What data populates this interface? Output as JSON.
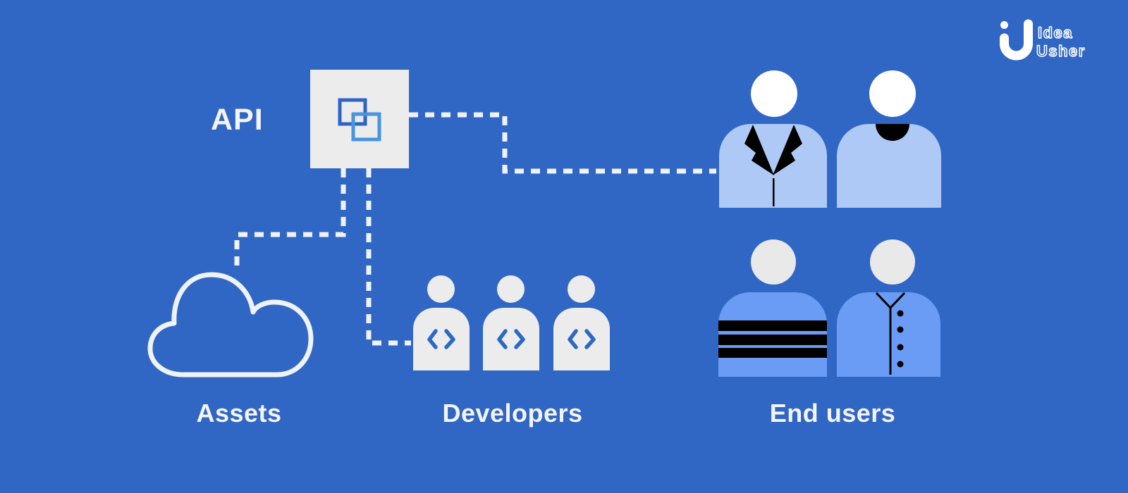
{
  "logo": {
    "line1": "Idea",
    "line2": "Usher"
  },
  "api": {
    "label": "API",
    "icon": "overlapping-squares"
  },
  "sections": {
    "assets": {
      "label": "Assets",
      "icon": "cloud-outline"
    },
    "developers": {
      "label": "Developers",
      "icon": "code-chevrons",
      "figure_count": 3
    },
    "end_users": {
      "label": "End users",
      "figure_count": 4
    }
  },
  "connectors": [
    {
      "name": "api-to-end-users",
      "style": "dashed"
    },
    {
      "name": "api-to-assets",
      "style": "dashed"
    },
    {
      "name": "api-to-developers",
      "style": "dashed"
    }
  ],
  "colors": {
    "bg": "#3067C5",
    "panel": "#ECECEC",
    "sq_dark": "#2E65C4",
    "sq_light": "#4795DF",
    "line": "#EFF2F6",
    "label": "#F4F4F4",
    "dev_icon": "#2E68C5",
    "body_light": "#AEC9F5",
    "body_bright": "#6A9CF5",
    "head_white": "#FFFFFF",
    "head_gray": "#E9E9E9",
    "ink": "#000000"
  }
}
